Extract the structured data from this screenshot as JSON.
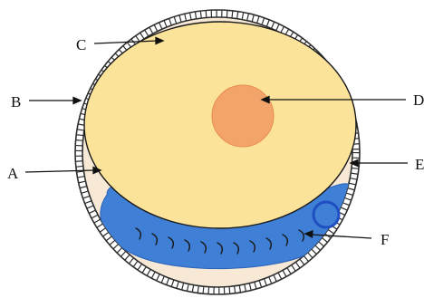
{
  "labels": {
    "A": "A",
    "B": "B",
    "C": "C",
    "D": "D",
    "E": "E",
    "F": "F"
  },
  "colors": {
    "yolk": "#FCE39A",
    "nucleus": "#F2A46A",
    "embryo": "#3F7FD6",
    "embryo_ring": "#1F4FC0",
    "fluid": "#F8E9D6",
    "shell": "#2E2E2E",
    "outline": "#1A1A1A"
  },
  "notes": {
    "embryo_segment_count": 11
  }
}
